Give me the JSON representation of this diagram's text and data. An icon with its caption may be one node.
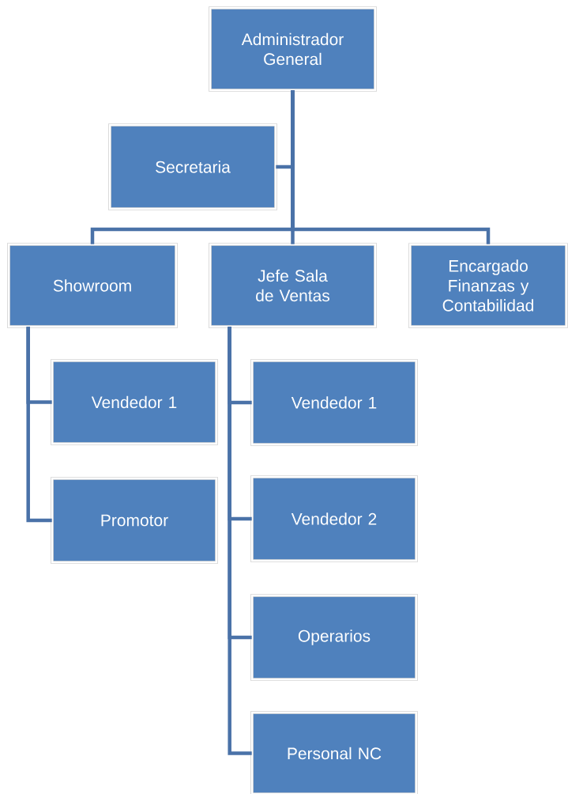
{
  "diagram": {
    "nodes": [
      {
        "text": [
          "Administrador General"
        ]
      },
      {
        "text": [
          "Secretaria"
        ]
      },
      {
        "text": [
          "Showroom"
        ]
      },
      {
        "text": [
          "Jefe Sala de Ventas"
        ]
      },
      {
        "text": [
          "Encargado Finanzas y Contabilidad"
        ]
      },
      {
        "text": [
          "Vendedor 1"
        ]
      },
      {
        "text": [
          "Promotor"
        ]
      },
      {
        "text": [
          "Vendedor 1"
        ]
      },
      {
        "text": [
          "Vendedor 2"
        ]
      },
      {
        "text": [
          "Operarios"
        ]
      },
      {
        "text": [
          "Personal NC"
        ]
      }
    ],
    "edges": [
      {
        "from": 0,
        "to": 1,
        "arrow": "none"
      },
      {
        "from": 0,
        "to": 2,
        "arrow": "none"
      },
      {
        "from": 0,
        "to": 3,
        "arrow": "none"
      },
      {
        "from": 0,
        "to": 4,
        "arrow": "none"
      },
      {
        "from": 2,
        "to": 5,
        "arrow": "none"
      },
      {
        "from": 2,
        "to": 6,
        "arrow": "none"
      },
      {
        "from": 3,
        "to": 7,
        "arrow": "none"
      },
      {
        "from": 3,
        "to": 8,
        "arrow": "none"
      },
      {
        "from": 3,
        "to": 9,
        "arrow": "none"
      },
      {
        "from": 3,
        "to": 10,
        "arrow": "none"
      }
    ]
  }
}
